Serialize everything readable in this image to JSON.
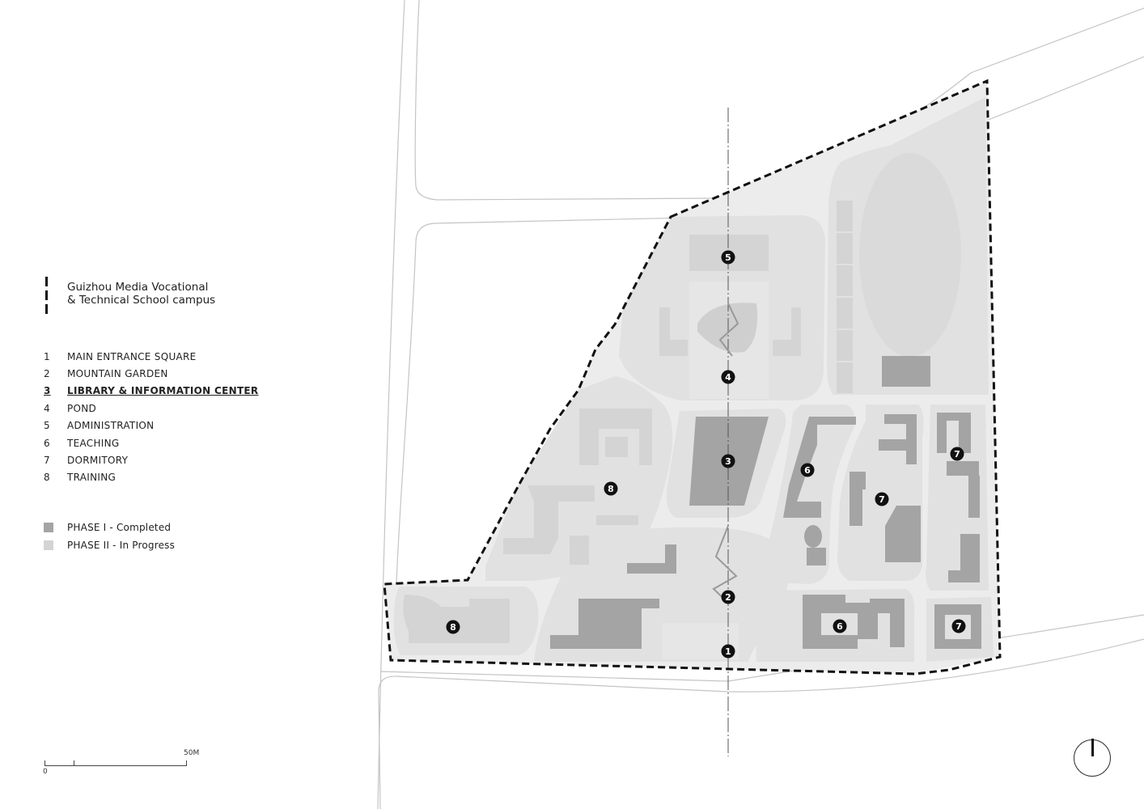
{
  "legend": {
    "boundary_title_line1": "Guizhou Media Vocational",
    "boundary_title_line2": "& Technical School campus",
    "items": [
      {
        "num": "1",
        "label": "MAIN ENTRANCE SQUARE"
      },
      {
        "num": "2",
        "label": "MOUNTAIN GARDEN"
      },
      {
        "num": "3",
        "label": "LIBRARY & INFORMATION CENTER"
      },
      {
        "num": "4",
        "label": "POND"
      },
      {
        "num": "5",
        "label": "ADMINISTRATION"
      },
      {
        "num": "6",
        "label": "TEACHING"
      },
      {
        "num": "7",
        "label": "DORMITORY"
      },
      {
        "num": "8",
        "label": "TRAINING"
      }
    ],
    "highlighted_item": "3",
    "phase1_label": "PHASE I - Completed",
    "phase2_label": "PHASE II - In Progress"
  },
  "colors": {
    "phase1": "#a4a4a4",
    "phase2": "#d4d4d4",
    "site": "#ececec",
    "block": "#e1e1e1",
    "boundary": "#111111",
    "road": "#c4c4c4"
  },
  "scale_bar": {
    "start_label": "0",
    "end_label": "50M"
  },
  "markers": [
    {
      "num": "5"
    },
    {
      "num": "4"
    },
    {
      "num": "3"
    },
    {
      "num": "2"
    },
    {
      "num": "1"
    },
    {
      "num": "8"
    },
    {
      "num": "8"
    },
    {
      "num": "6"
    },
    {
      "num": "6"
    },
    {
      "num": "7"
    },
    {
      "num": "7"
    },
    {
      "num": "7"
    }
  ],
  "north_arrow_icon": "north-arrow-icon"
}
